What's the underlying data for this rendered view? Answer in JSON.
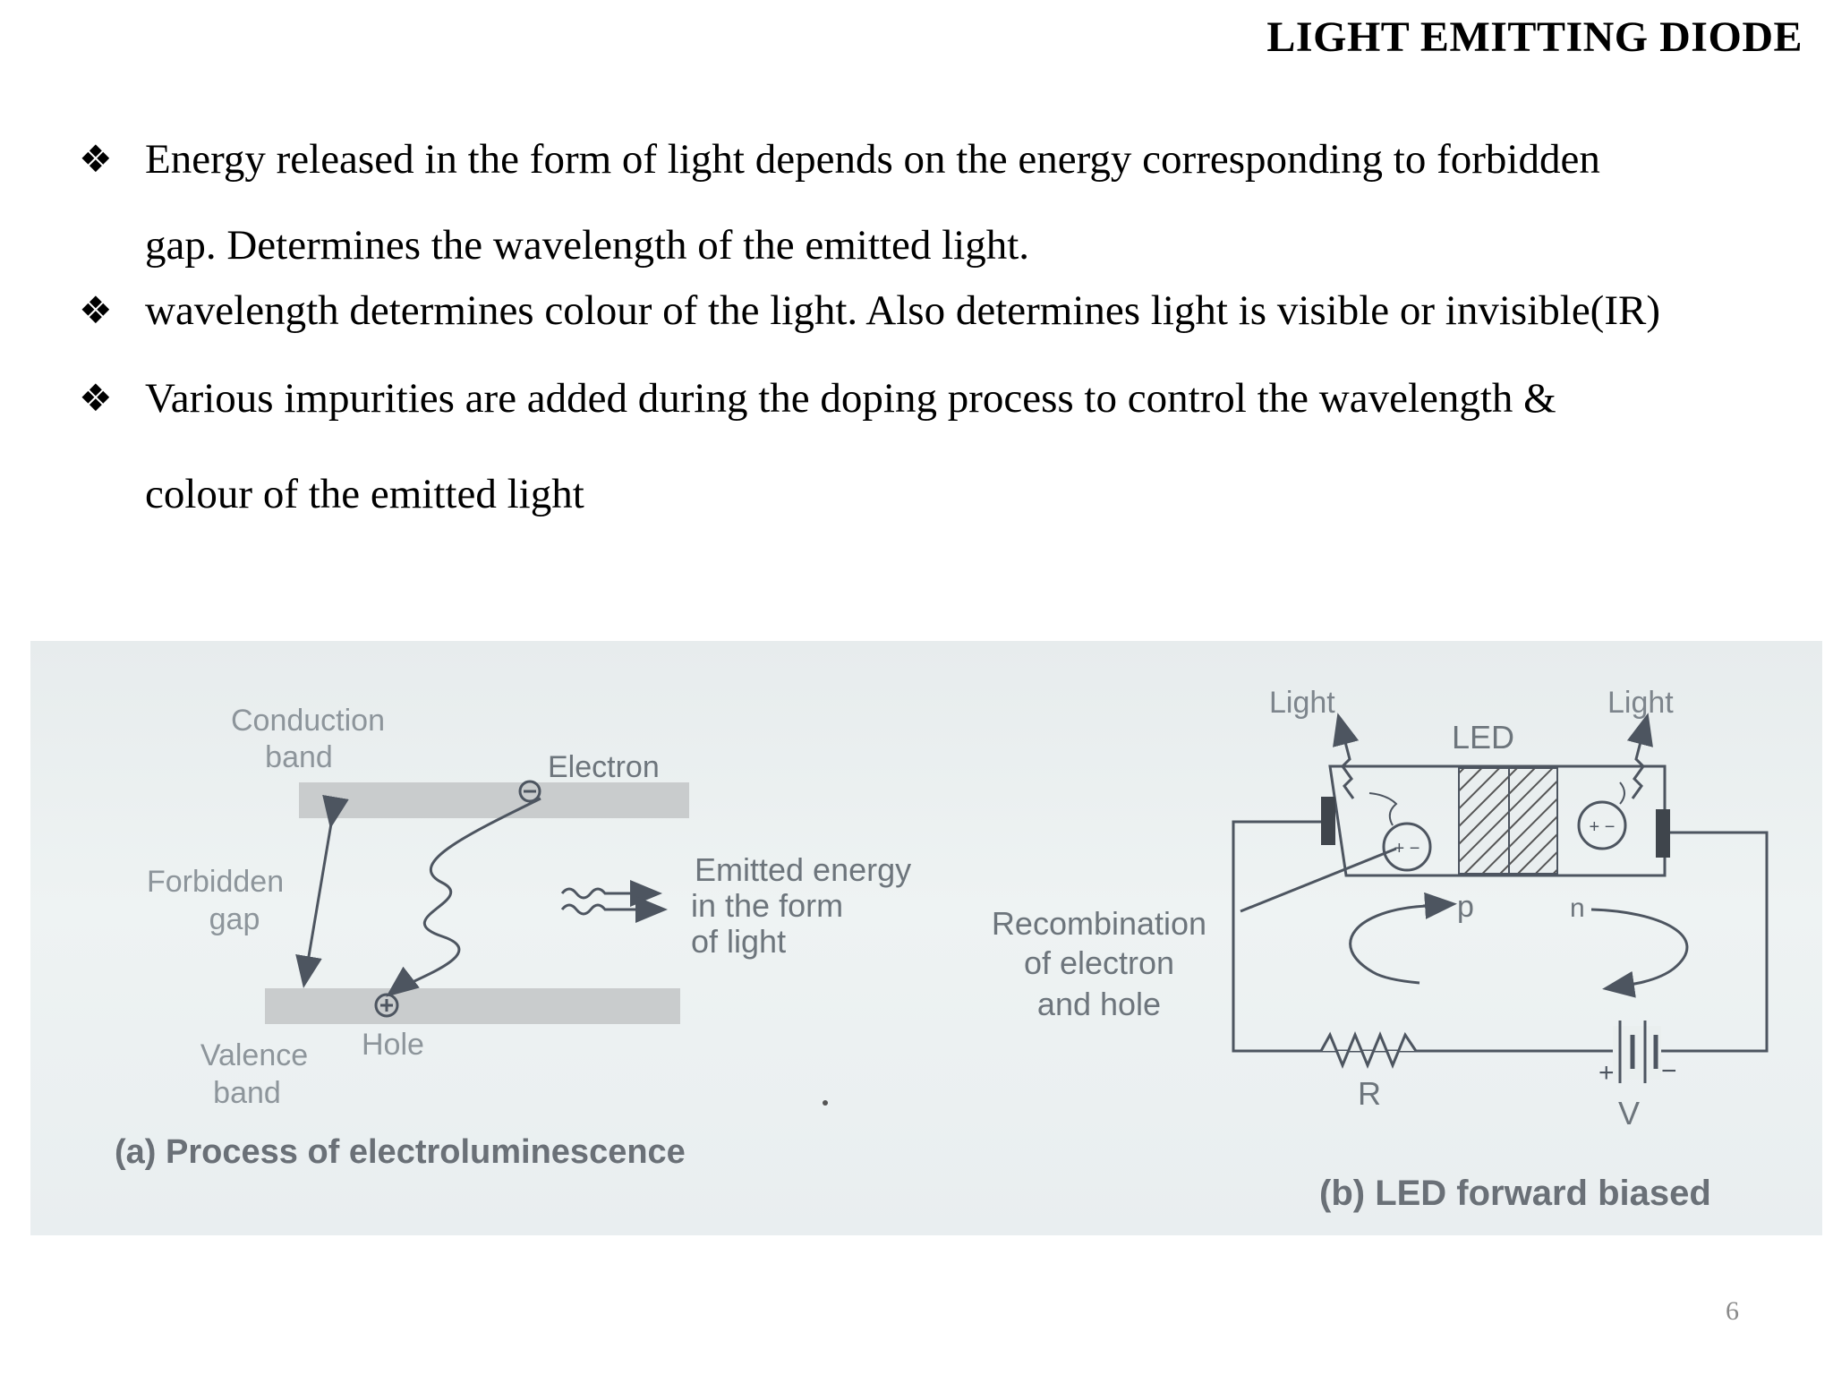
{
  "slide": {
    "title": "LIGHT EMITTING DIODE",
    "page_number": "6"
  },
  "bullets": [
    {
      "line1": "Energy released in the form of light depends on the energy corresponding to forbidden",
      "line2": "gap. Determines the wavelength of the emitted light."
    },
    {
      "line1": "wavelength determines colour of the light. Also determines light is visible or invisible(IR)"
    },
    {
      "line1": "Various impurities are added during  the doping process to control the wavelength  &",
      "line2": "colour of the emitted light"
    }
  ],
  "bullet_symbol": "❖",
  "diagram_a": {
    "conduction_band_1": "Conduction",
    "conduction_band_2": "band",
    "electron": "Electron",
    "forbidden_gap_1": "Forbidden",
    "forbidden_gap_2": "gap",
    "emitted_1": "Emitted energy",
    "emitted_2": "in the form",
    "emitted_3": "of light",
    "valence_band_1": "Valence",
    "valence_band_2": "band",
    "hole": "Hole",
    "caption": "(a) Process of electroluminescence"
  },
  "diagram_b": {
    "light_left": "Light",
    "light_right": "Light",
    "led": "LED",
    "recombination_1": "Recombination",
    "recombination_2": "of electron",
    "recombination_3": "and hole",
    "p_label": "p",
    "n_label": "n",
    "resistor": "R",
    "voltage": "V",
    "plus": "+",
    "minus": "−",
    "caption": "(b) LED forward biased"
  },
  "colors": {
    "figure_background": "#eaefef",
    "ink": "#4d5560",
    "band_fill": "#c9cccd"
  }
}
